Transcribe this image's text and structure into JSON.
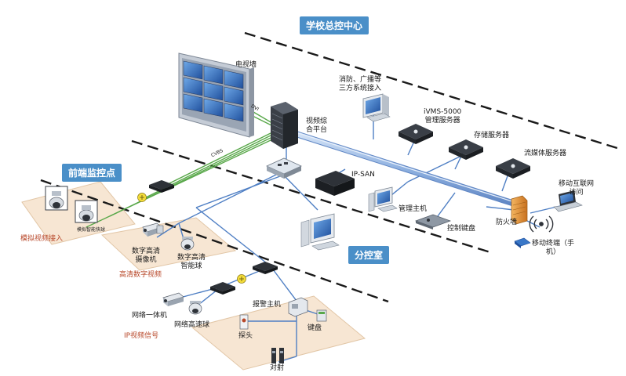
{
  "zones": {
    "center": "学校总控中心",
    "frontend": "前端监控点",
    "subcontrol": "分控室"
  },
  "labels": {
    "video_wall": "电视墙",
    "video_platform": "视频综\n合平台",
    "third_party": "消防、广播等\n三方系统接入",
    "ivms": "iVMS-5000\n管理服务器",
    "storage_server": "存储服务器",
    "stream_server": "流媒体服务器",
    "ipsan": "IP-SAN",
    "mgmt_host": "管理主机",
    "keyboard": "控制键盘",
    "firewall": "防火墙",
    "mobile_access": "移动互联网\n访问",
    "mobile_terminal": "移动终端（手\n机）",
    "analog_access": "模拟视频接入",
    "hd_camera": "数字高清\n摄像机",
    "hd_dome": "数字高清\n智能球",
    "hd_digital_video": "高清数字视频",
    "network_camera": "网络一体机",
    "network_dome": "网络高速球",
    "ip_video": "IP视频信号",
    "alarm_host": "报警主机",
    "alarm_keyboard": "键盘",
    "probe": "探头",
    "beam": "对射",
    "cvbs": "CVBS",
    "dvi": "DVI",
    "analog_caption": "模拟智能快球"
  },
  "colors": {
    "zone_badge": "#4a8fc8",
    "zone_area": "#f7e6d3",
    "zone_area_border": "#e2c6a6",
    "link_blue": "#4f7fc4",
    "link_green": "#59a84a",
    "backbone": "#9fbde6",
    "divider": "#1a1a1a",
    "device_dark": "#2e3238",
    "device_light": "#dfe6ee",
    "monitor_blue": "#3a78c8",
    "firewall_orange": "#e39a3c",
    "converter_yellow": "#f3dc3a",
    "red_label": "#b8482a"
  }
}
